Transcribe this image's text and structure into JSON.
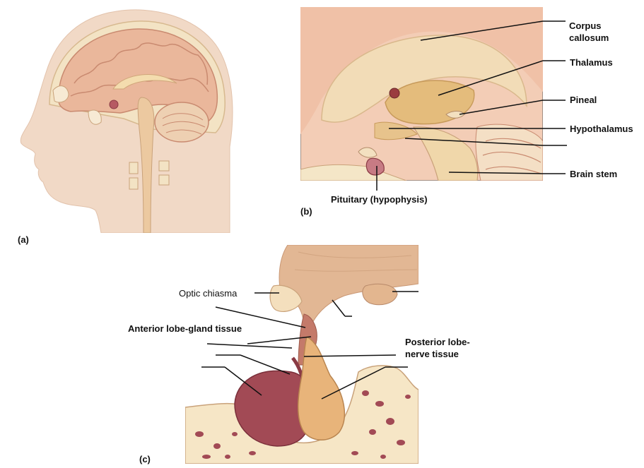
{
  "panels": {
    "a": {
      "letter": "(a)"
    },
    "b": {
      "letter": "(b)",
      "labels": {
        "corpus_callosum_1": "Corpus",
        "corpus_callosum_2": "callosum",
        "thalamus": "Thalamus",
        "pineal": "Pineal",
        "hypothalamus": "Hypothalamus",
        "brain_stem": "Brain stem",
        "pituitary": "Pituitary (hypophysis)"
      }
    },
    "c": {
      "letter": "(c)",
      "labels": {
        "optic_chiasma": "Optic chiasma",
        "anterior_lobe": "Anterior lobe-gland tissue",
        "posterior_lobe_1": "Posterior lobe-",
        "posterior_lobe_2": "nerve tissue"
      }
    }
  },
  "colors": {
    "skin": "#f1d9c6",
    "brain": "#eab79b",
    "tan": "#f0d3a4",
    "bone": "#f7e6c8",
    "anterior": "#a24a55",
    "posterior": "#e8b47a"
  }
}
